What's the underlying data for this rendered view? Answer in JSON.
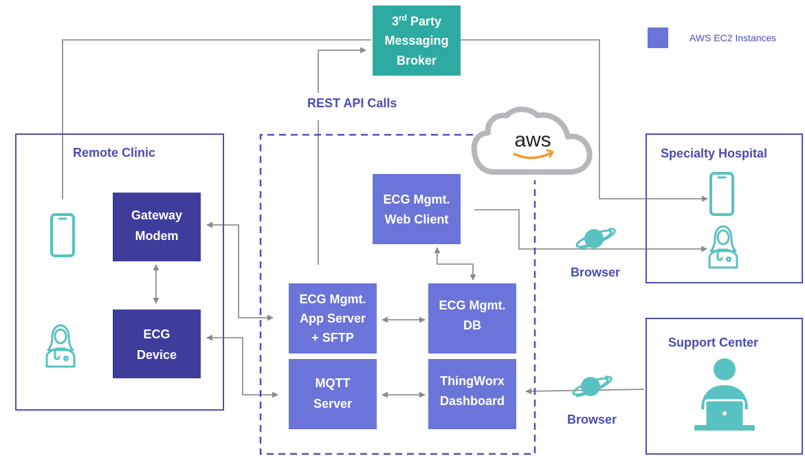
{
  "colors": {
    "dark_purple": "#3F3D9C",
    "medium_purple": "#6B74D8",
    "teal": "#2DAAA1",
    "icon_teal": "#58C1C2",
    "container_border": "#4A52B8",
    "title_color": "#4A4CB0",
    "connector_gray": "#909090",
    "cloud_gray": "#B5B7BA",
    "aws_orange": "#F29A2E"
  },
  "legend": {
    "label": "AWS EC2 Instances"
  },
  "broker": {
    "line1": "3",
    "superscript": "rd",
    "line1_rest": " Party",
    "line2": "Messaging",
    "line3": "Broker"
  },
  "rest_label": "REST API Calls",
  "aws_logo": "aws",
  "containers": {
    "remote_clinic": "Remote Clinic",
    "specialty_hospital": "Specialty Hospital",
    "support_center": "Support Center"
  },
  "nodes": {
    "gateway_modem": [
      "Gateway",
      "Modem"
    ],
    "ecg_device": [
      "ECG",
      "Device"
    ],
    "web_client": [
      "ECG Mgmt.",
      "Web Client"
    ],
    "app_server": [
      "ECG Mgmt.",
      "App Server",
      "+ SFTP"
    ],
    "db": [
      "ECG Mgmt.",
      "DB"
    ],
    "mqtt": [
      "MQTT",
      "Server"
    ],
    "thingworx": [
      "ThingWorx",
      "Dashboard"
    ]
  },
  "browser_labels": {
    "hospital": "Browser",
    "support": "Browser"
  },
  "icons": [
    "mobile-phone-icon",
    "doctor-icon",
    "planet-browser-icon",
    "laptop-user-icon",
    "cloud-icon"
  ]
}
